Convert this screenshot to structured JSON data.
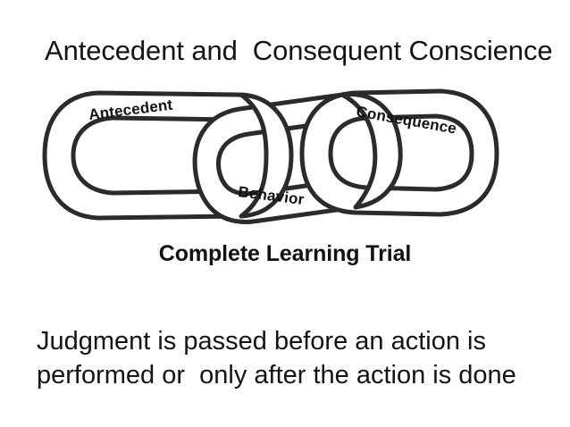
{
  "slide": {
    "background_color": "#ffffff",
    "title": "Antecedent and  Consequent Conscience",
    "caption": "Complete Learning Trial",
    "body_text": "Judgment is passed before an action is\nperformed or  only after the action is done"
  },
  "diagram": {
    "name": "three-interlocking-chain-links",
    "stroke_color": "#2b2b2b",
    "fill_color": "#ffffff",
    "links": [
      {
        "id": "left-link",
        "label": "Antecedent",
        "label_rotation_deg": -7
      },
      {
        "id": "middle-link",
        "label": "Behavior",
        "label_rotation_deg": 7
      },
      {
        "id": "right-link",
        "label": "Consequence",
        "label_rotation_deg": 10
      }
    ]
  }
}
